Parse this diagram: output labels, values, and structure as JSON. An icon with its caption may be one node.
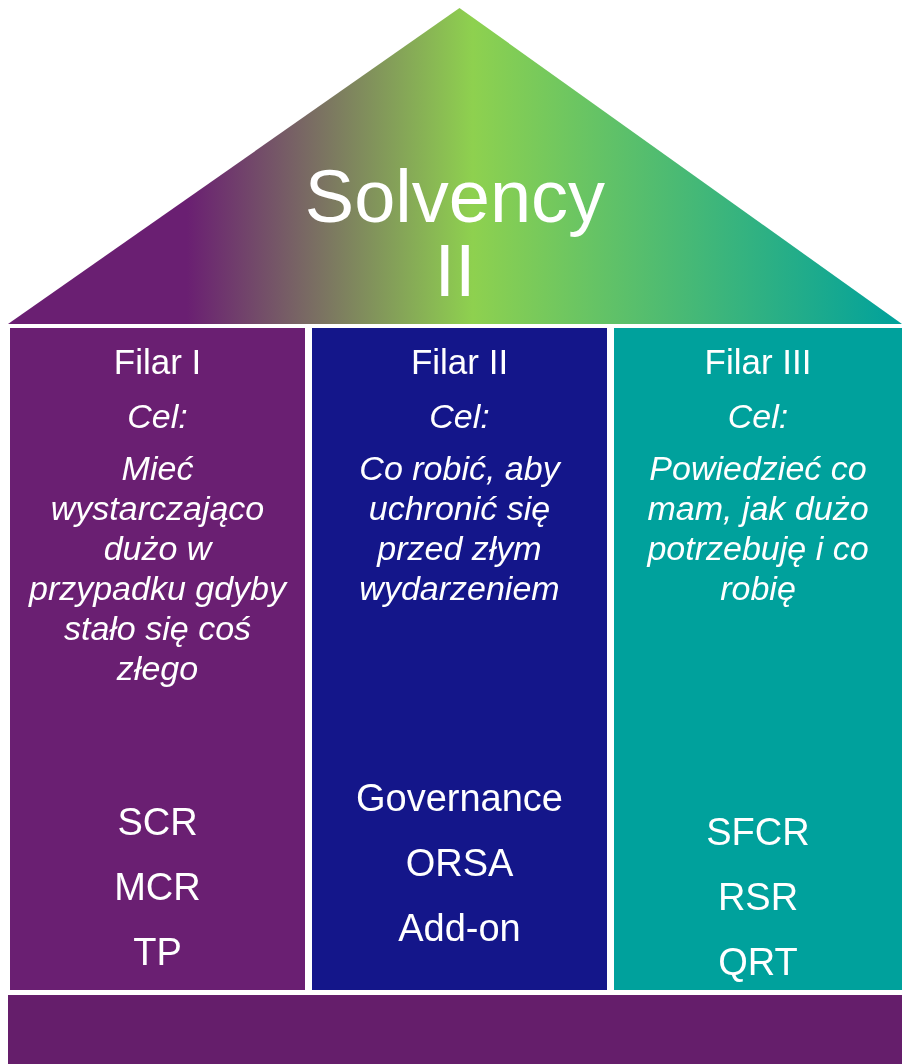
{
  "diagram": {
    "nodes": [
      {
        "text": [
          "Solvency II"
        ]
      },
      {
        "text": [
          "Filar I",
          "Cel:",
          "Mieć wystarczająco dużo w przypadku gdyby stało się coś złego",
          "SCR",
          "MCR",
          "TP"
        ]
      },
      {
        "text": [
          "Filar II",
          "Cel:",
          "Co robić, aby uchronić się przed złym wydarzeniem",
          "Governance",
          "ORSA",
          "Add-on"
        ]
      },
      {
        "text": [
          "Filar III",
          "Cel:",
          "Powiedzieć co mam, jak dużo potrzebuję i co robię",
          "SFCR",
          "RSR",
          "QRT"
        ]
      },
      {
        "text": [],
        "shape": "bar"
      }
    ],
    "edges": []
  }
}
